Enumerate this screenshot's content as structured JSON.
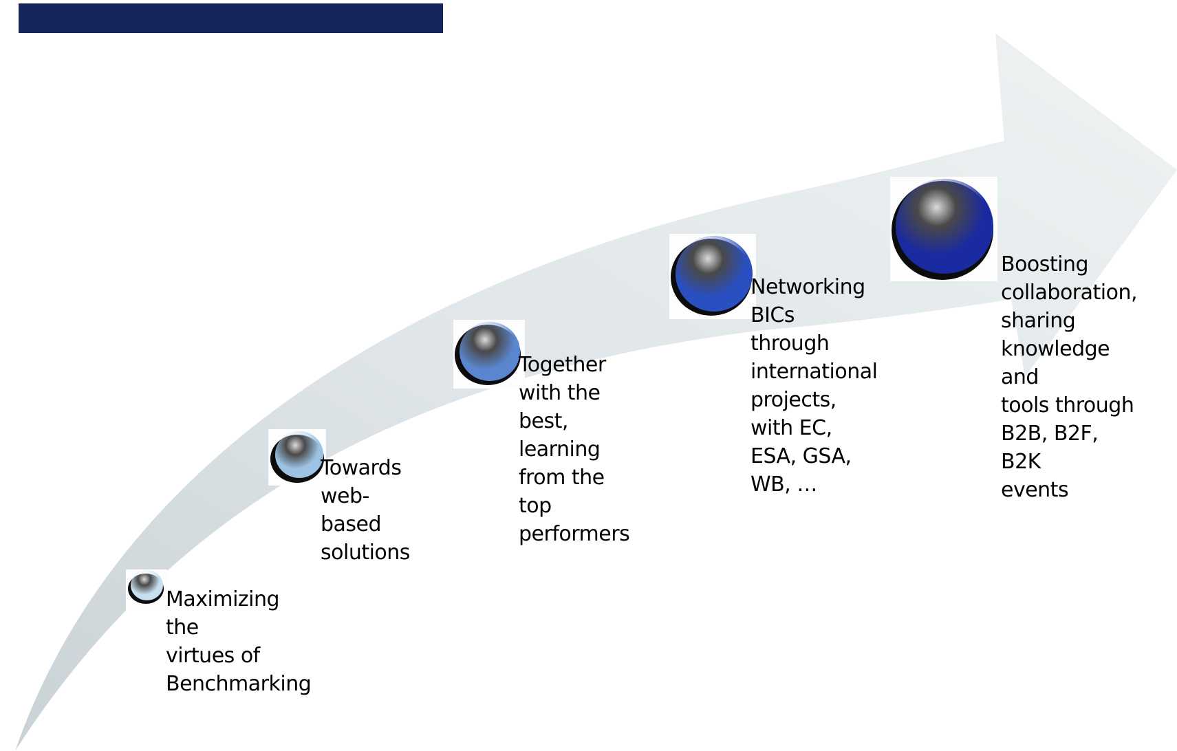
{
  "diagram": {
    "colors": {
      "header_bar": "#15255c",
      "arrow_fill": "#e3e8ea",
      "text": "#000000"
    },
    "steps": [
      {
        "label": "Maximizing the\nvirtues of\nBenchmarking",
        "ball_color": "#c8dff0"
      },
      {
        "label": "Towards web-\nbased solutions",
        "ball_color": "#9cc3e4"
      },
      {
        "label": "Together with the\nbest, learning\nfrom the top\nperformers",
        "ball_color": "#5a86cf"
      },
      {
        "label": "Networking BICs\nthrough\ninternational\nprojects, with EC,\nESA, GSA, WB, …",
        "ball_color": "#2a4fc0"
      },
      {
        "label": "Boosting\ncollaboration,\nsharing\nknowledge and\ntools through\nB2B, B2F, B2K\nevents",
        "ball_color": "#1a2aa0"
      }
    ]
  }
}
